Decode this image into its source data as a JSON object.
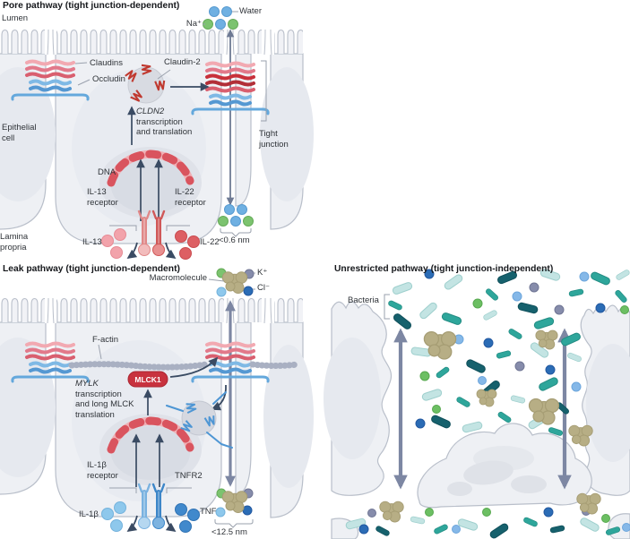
{
  "pore": {
    "title": "Pore pathway (tight junction-dependent)",
    "lumen": "Lumen",
    "epithelial_cell": "Epithelial\ncell",
    "lamina_propria": "Lamina\npropria",
    "water": "Water",
    "sodium": "Na⁺",
    "claudins": "Claudins",
    "occludin": "Occludin",
    "claudin2": "Claudin-2",
    "cldn2_gene": "CLDN2",
    "cldn2_rest": "\ntranscription\nand translation",
    "dna": "DNA",
    "il13_receptor": "IL-13\nreceptor",
    "il22_receptor": "IL-22\nreceptor",
    "il13": "IL-13",
    "il22": "IL-22",
    "pore_size": "<0.6 nm",
    "tight_junction": "Tight\njunction"
  },
  "leak": {
    "title": "Leak pathway (tight junction-dependent)",
    "macromolecule": "Macromolecule",
    "potassium": "K⁺",
    "chloride": "Cl⁻",
    "f_actin": "F-actin",
    "mlck1": "MLCK1",
    "mylk_gene": "MYLK",
    "mylk_rest": "\ntranscription\nand long MLCK\ntranslation",
    "il1b_receptor": "IL-1β\nreceptor",
    "tnfr2": "TNFR2",
    "il1b": "IL-1β",
    "tnf": "TNF",
    "pore_size": "<12.5 nm"
  },
  "unrestricted": {
    "title": "Unrestricted pathway (tight junction-independent)",
    "bacteria": "Bacteria"
  },
  "colors": {
    "cell_fill": "#eef0f4",
    "cell_stroke": "#b9bfca",
    "claudin_pink": "#e2798a",
    "claudin2_red": "#c0392f",
    "occludin_blue": "#64a8dc",
    "water_blue": "#6fb0e2",
    "sodium_green": "#7cc36f",
    "potassium_gray": "#868cab",
    "chloride_blue": "#2b6cb5",
    "macromolecule_tan": "#b7ae85",
    "mlck1_red": "#c8323e",
    "bacteria_pale": "#c3e4e3",
    "bacteria_teal": "#2ea69b",
    "bacteria_dark": "#16616d",
    "arrow_dark": "#3a4b63",
    "arrow_gray": "#7d87a3"
  }
}
